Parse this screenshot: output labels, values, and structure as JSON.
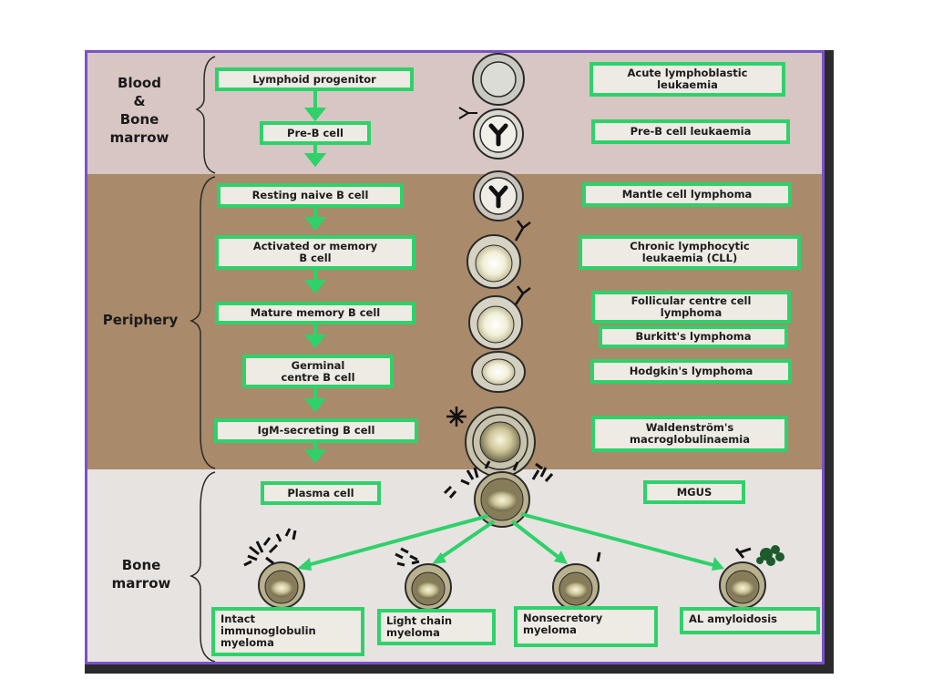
{
  "regions": {
    "blood": "Blood\n&\nBone\nmarrow",
    "periphery": "Periphery",
    "marrow": "Bone\nmarrow"
  },
  "stages": [
    "Lymphoid progenitor",
    "Pre-B cell",
    "Resting naive B cell",
    "Activated or memory\nB cell",
    "Mature memory B cell",
    "Germinal\ncentre B cell",
    "IgM-secreting B cell",
    "Plasma cell"
  ],
  "diseases": [
    "Acute lymphoblastic\nleukaemia",
    "Pre-B cell leukaemia",
    "Mantle cell lymphoma",
    "Chronic lymphocytic\nleukaemia (CLL)",
    "Follicular centre cell\nlymphoma",
    "Burkitt's lymphoma",
    "Hodgkin's lymphoma",
    "Waldenström's\nmacroglobulinaemia",
    "MGUS"
  ],
  "myelomas": [
    "Intact\nimmunoglobulin\nmyeloma",
    "Light chain\nmyeloma",
    "Nonsecretory\nmyeloma",
    "AL amyloidosis"
  ],
  "colors": {
    "frame": "#7b52c8",
    "box_border": "#2fd16a",
    "arrow": "#2fd16a",
    "band_blood": "#d7c6c3",
    "band_periphery": "#a98a6b",
    "band_marrow": "#e6e3e1"
  }
}
